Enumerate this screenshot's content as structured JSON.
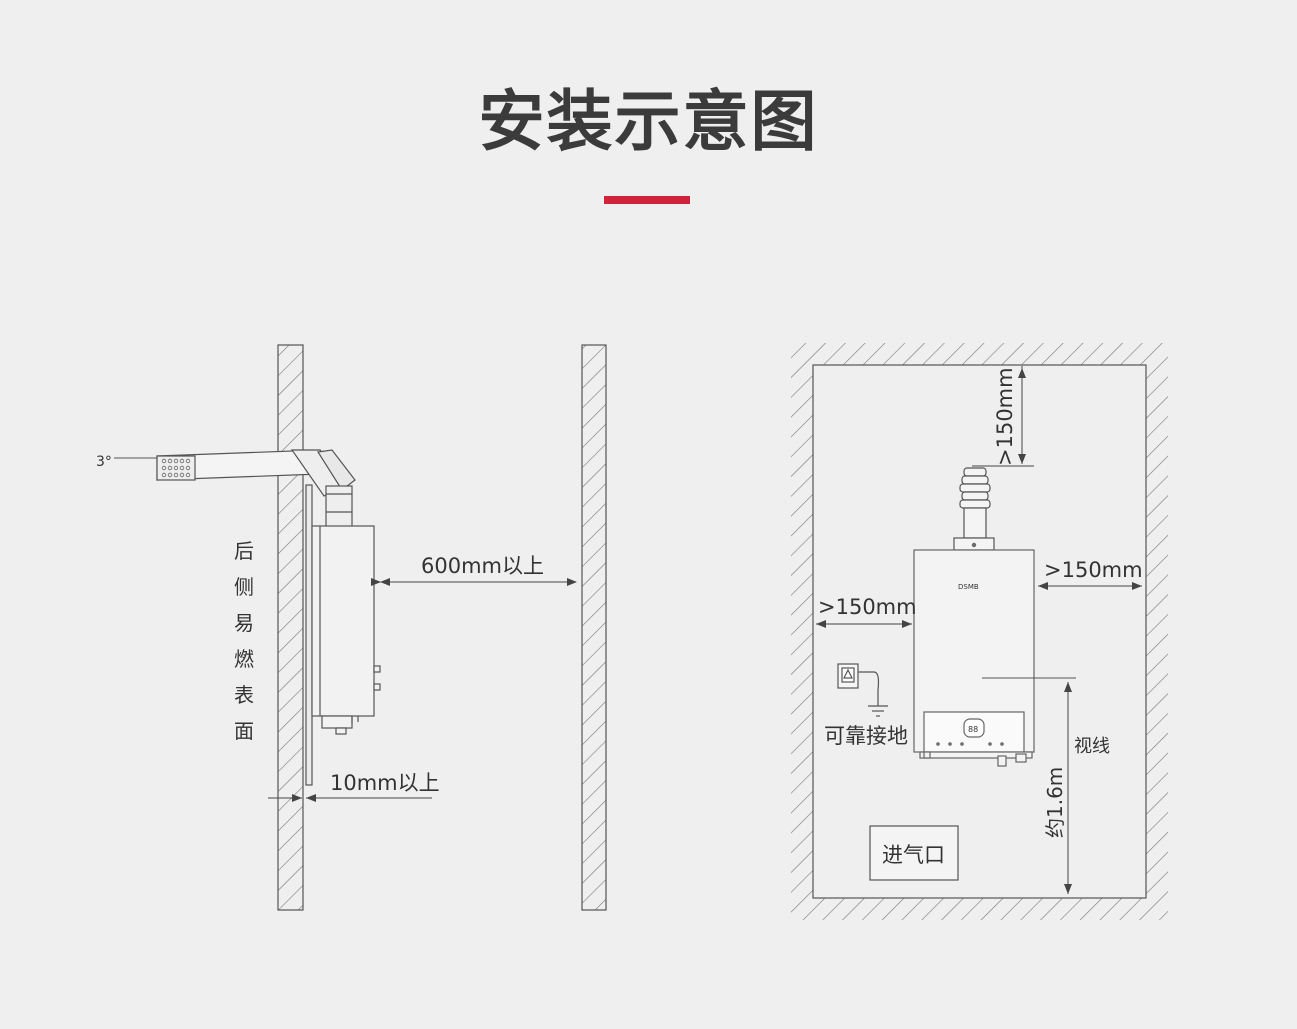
{
  "title": "安装示意图",
  "colors": {
    "accent": "#d0233a",
    "line": "#555555",
    "background": "#efefef"
  },
  "side_view": {
    "angle_label": "3°",
    "wall_label": [
      "后",
      "侧",
      "易",
      "燃",
      "表",
      "面"
    ],
    "clearance_front": "600mm以上",
    "clearance_wall": "10mm以上"
  },
  "front_view": {
    "top_clearance": ">150mm",
    "left_clearance": ">150mm",
    "right_clearance": ">150mm",
    "brand": "DSMB",
    "display_value": "88",
    "ground_label": "可靠接地",
    "sightline_label": "视线",
    "height_label": "约1.6m",
    "air_inlet_label": "进气口"
  }
}
